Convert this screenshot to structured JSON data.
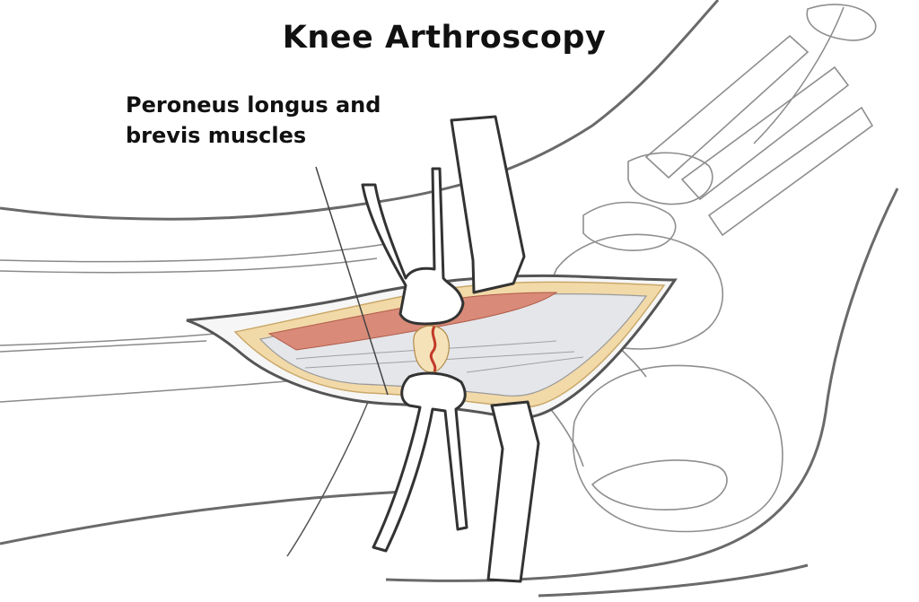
{
  "title": "Knee Arthroscopy",
  "annotation": {
    "line1": "Peroneus longus and",
    "line2": "brevis muscles"
  },
  "colors": {
    "outline": "#555555",
    "tissue_yellow": "#f2d9a8",
    "muscle_red": "#d98a78",
    "tendon_grey": "#e4e6ea",
    "incision_red": "#c23a2a"
  }
}
